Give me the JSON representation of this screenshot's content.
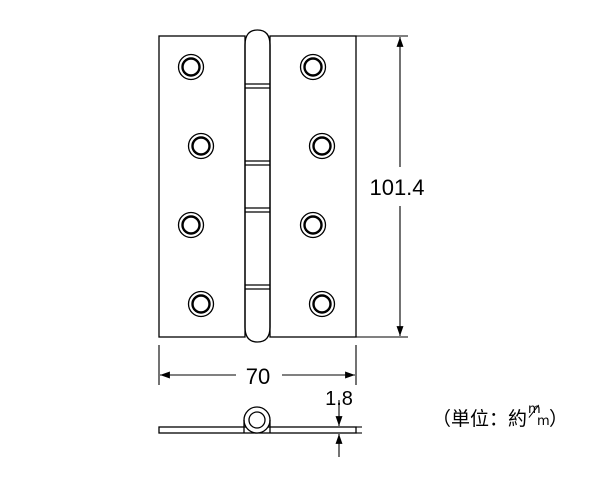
{
  "figure": {
    "dimensions": {
      "height": "101.4",
      "width": "70",
      "thickness": "1.8"
    },
    "unit_note": {
      "open": "（単位：約",
      "unit_top": "m",
      "unit_bottom": "m",
      "close": "）"
    }
  }
}
